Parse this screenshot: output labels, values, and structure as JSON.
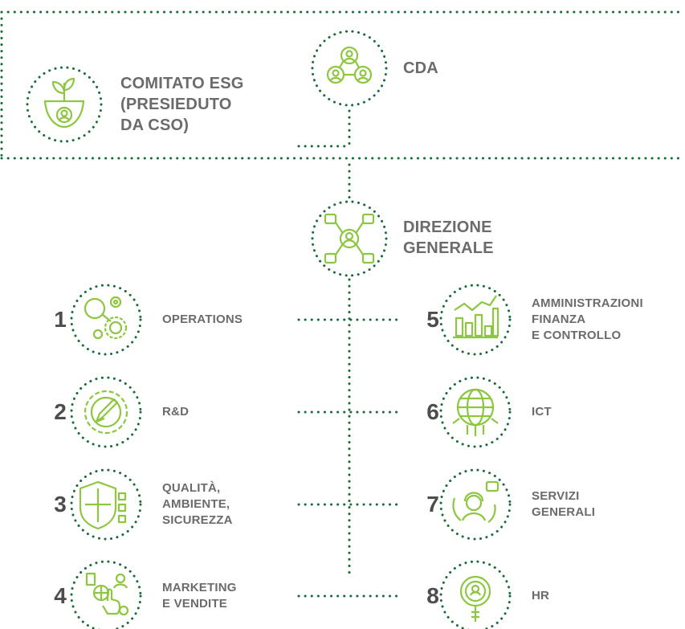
{
  "colors": {
    "dots": "#1a6a3b",
    "icon": "#8dc63f",
    "icon_ring": "#1a6a3b",
    "label": "#6b6b6b",
    "number": "#4d4d4d"
  },
  "top": {
    "esg": {
      "label": "COMITATO ESG\n(PRESIEDUTO\nDA CSO)",
      "icon": "plant-person-icon"
    },
    "cda": {
      "label": "CDA",
      "icon": "board-people-icon"
    }
  },
  "direzione": {
    "label": "DIREZIONE\nGENERALE",
    "icon": "network-person-icon"
  },
  "departments": [
    {
      "number": "1",
      "label": "OPERATIONS",
      "icon": "gears-icon"
    },
    {
      "number": "2",
      "label": "R&D",
      "icon": "gear-pencil-icon"
    },
    {
      "number": "3",
      "label": "QUALITÀ,\nAMBIENTE,\nSICUREZZA",
      "icon": "shield-checklist-icon"
    },
    {
      "number": "4",
      "label": "MARKETING\nE VENDITE",
      "icon": "marketing-hand-icon"
    },
    {
      "number": "5",
      "label": "AMMINISTRAZIONI\nFINANZA\nE CONTROLLO",
      "icon": "bar-chart-icon"
    },
    {
      "number": "6",
      "label": "ICT",
      "icon": "globe-circuit-icon"
    },
    {
      "number": "7",
      "label": "SERVIZI\nGENERALI",
      "icon": "support-agent-icon"
    },
    {
      "number": "8",
      "label": "HR",
      "icon": "search-person-icon"
    }
  ]
}
